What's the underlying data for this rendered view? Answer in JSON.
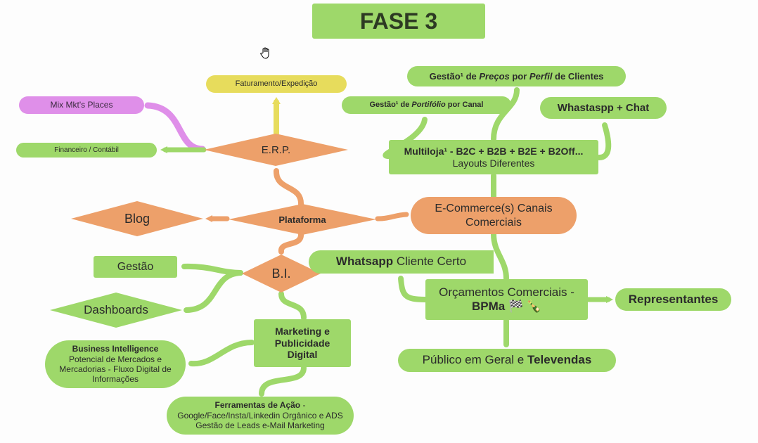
{
  "title": "FASE 3",
  "colors": {
    "green": "#9ed86a",
    "orange": "#eda06a",
    "yellow": "#e7dc5c",
    "pink": "#df8fe9",
    "text": "#2b2b2b"
  },
  "nodes": {
    "faturamento": "Faturamento/Expedição",
    "mix": "Mix Mkt's Places",
    "financeiro": "Financeiro / Contábil",
    "erp": "E.R.P.",
    "plataforma": "Plataforma",
    "blog": "Blog",
    "bi": "B.I.",
    "gestao": "Gestão",
    "dashboards": "Dashboards",
    "business_intelligence": {
      "title": "Business Intelligence",
      "body": "Potencial de Mercados e Mercadorias - Fluxo Digital de Informações"
    },
    "marketing": "Marketing e Publicidade Digital",
    "ferramentas": {
      "title": "Ferramentas de Ação",
      "sep": " -",
      "body": "Google/Face/Insta/Linkedin Orgânico e ADS Gestão de Leads e-Mail Marketing"
    },
    "precos": {
      "p1": "Gestão¹ de ",
      "p2": "Preços",
      "p3": " por ",
      "p4": "Perfil",
      "p5": " de Clientes"
    },
    "portfolio": {
      "p1": "Gestão¹ de ",
      "p2": "Portifólio",
      "p3": " por Canal"
    },
    "whatsapp_chat": "Whastaspp + Chat",
    "multiloja": {
      "line1": "Multiloja¹ - B2C + B2B + B2E + B2Off...",
      "line2": "Layouts Diferentes"
    },
    "ecommerce": "E-Commerce(s) Canais Comerciais",
    "whatsapp_cliente": {
      "bold": "Whatsapp",
      "rest": " Cliente Certo"
    },
    "orcamentos": {
      "line1": "Orçamentos Comerciais -",
      "bold": "BPMa",
      "emoji": "🏁 🍾"
    },
    "representantes": "Representantes",
    "publico": {
      "rest": "Público em Geral e ",
      "bold": "Televendas"
    }
  },
  "cursor_icon": "hand-cursor-icon"
}
